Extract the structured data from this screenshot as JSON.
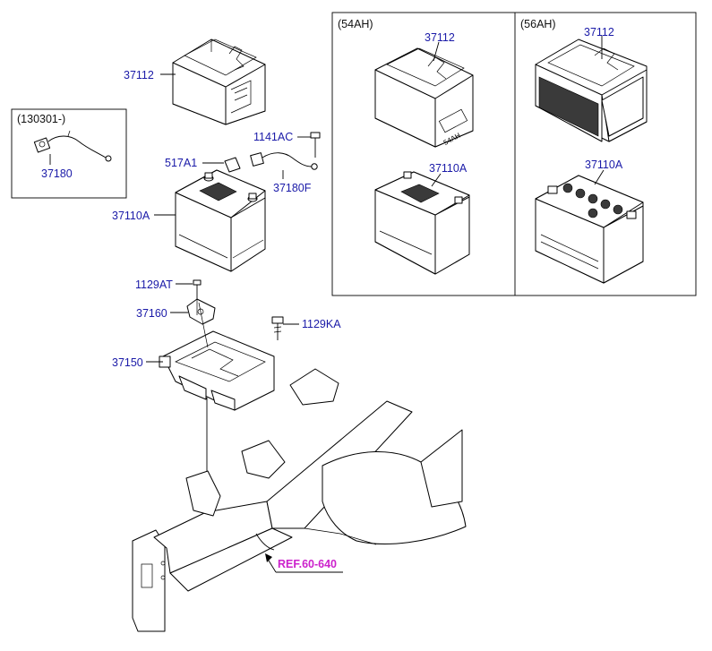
{
  "callouts": {
    "box_main": "37112",
    "cable_inset": "37180",
    "bolt_ac": "1141AC",
    "label_517": "517A1",
    "cable_f": "37180F",
    "battery_main": "37110A",
    "bolt_at": "1129AT",
    "bracket": "37160",
    "bolt_ka": "1129KA",
    "tray": "37150",
    "box_54": "37112",
    "battery_54": "37110A",
    "box_56": "37112",
    "battery_56": "37110A"
  },
  "notes": {
    "inset_date": "(130301-)",
    "variant_54": "(54AH)",
    "variant_56": "(56AH)"
  },
  "battery_54_label": "54AH",
  "reference": "REF.60-640",
  "colors": {
    "callout": "#1a1aa8",
    "reference": "#cc22cc"
  }
}
